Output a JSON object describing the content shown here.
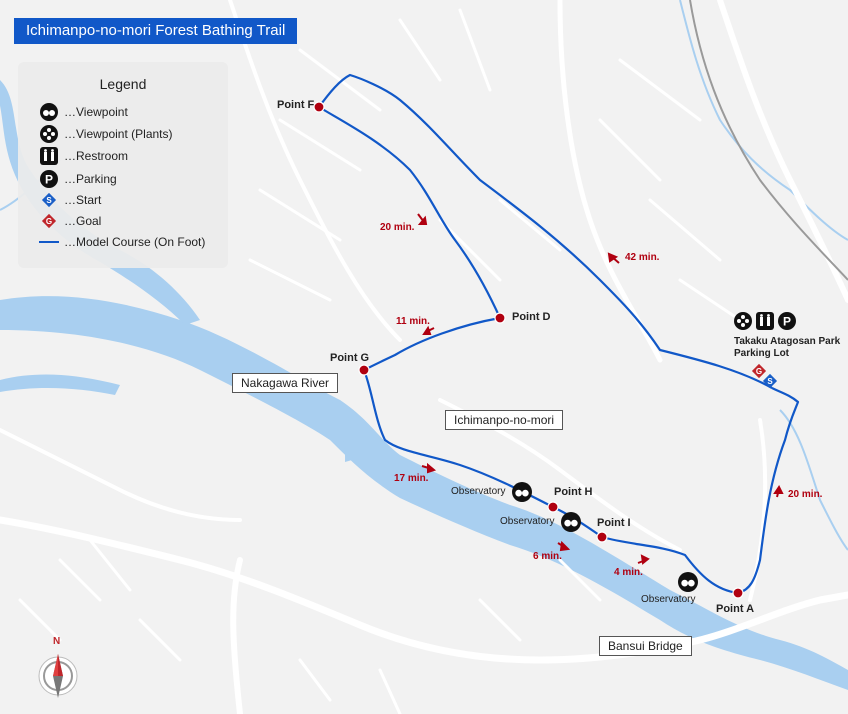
{
  "title": "Ichimanpo-no-mori Forest Bathing Trail",
  "legend": {
    "title": "Legend",
    "items": [
      {
        "icon": "binoculars-icon",
        "label": "…Viewpoint"
      },
      {
        "icon": "flower-icon",
        "label": "…Viewpoint (Plants)"
      },
      {
        "icon": "restroom-icon",
        "label": "…Restroom"
      },
      {
        "icon": "parking-icon",
        "label": "…Parking"
      },
      {
        "icon": "start-icon",
        "label": "…Start"
      },
      {
        "icon": "goal-icon",
        "label": "…Goal"
      },
      {
        "icon": "route-line-icon",
        "label": "…Model Course (On Foot)"
      }
    ]
  },
  "colors": {
    "route": "#1158c8",
    "point": "#b00010",
    "river": "#a9cff0",
    "road": "#ffffff",
    "start": "#1a5fc7",
    "goal": "#c0262b"
  },
  "points": {
    "a": "Point A",
    "d": "Point D",
    "f": "Point F",
    "g": "Point G",
    "h": "Point H",
    "i": "Point I"
  },
  "durations": {
    "f_to_d": "20 min.",
    "d_to_g": "11 min.",
    "g_to_h": "17 min.",
    "h_to_i": "6 min.",
    "i_to_a": "4 min.",
    "a_to_park": "20 min.",
    "park_to_f": "42 min."
  },
  "places": {
    "river": "Nakagawa River",
    "forest": "Ichimanpo-no-mori",
    "bridge": "Bansui Bridge",
    "parking_line1": "Takaku Atagosan Park",
    "parking_line2": "Parking Lot"
  },
  "observatory": "Observatory",
  "compass": "N"
}
